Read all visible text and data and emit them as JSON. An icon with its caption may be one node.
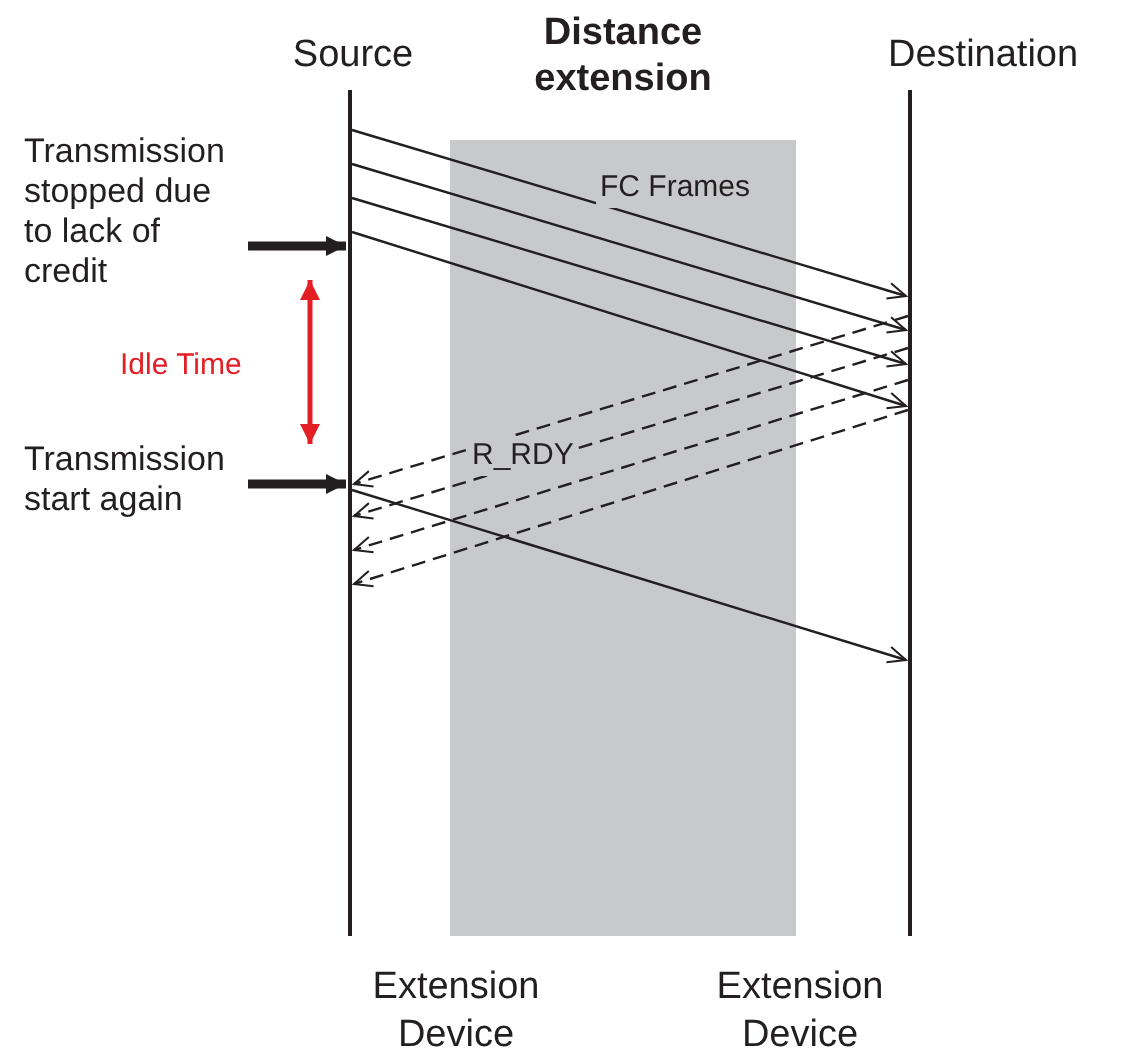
{
  "diagram": {
    "nodes": [
      {
        "text": [
          "Source"
        ]
      },
      {
        "text": [
          "Destination"
        ]
      },
      {
        "text": [
          "Transmission stopped due to lack of credit"
        ]
      },
      {
        "text": [
          "Transmission start again"
        ]
      }
    ],
    "edges": [
      {
        "from": 0,
        "to": 1,
        "arrow": "to"
      },
      {
        "from": 0,
        "to": 1,
        "arrow": "to"
      },
      {
        "from": 0,
        "to": 1,
        "arrow": "to"
      },
      {
        "from": 0,
        "to": 1,
        "arrow": "to"
      },
      {
        "from": 1,
        "to": 0,
        "arrow": "to",
        "style": "dashed"
      },
      {
        "from": 1,
        "to": 0,
        "arrow": "to",
        "style": "dashed"
      },
      {
        "from": 1,
        "to": 0,
        "arrow": "to",
        "style": "dashed"
      },
      {
        "from": 1,
        "to": 0,
        "arrow": "to",
        "style": "dashed"
      },
      {
        "from": 0,
        "to": 1,
        "arrow": "to"
      },
      {
        "from": 2,
        "to": 0,
        "arrow": "to",
        "style": "thick"
      },
      {
        "from": 3,
        "to": 0,
        "arrow": "to",
        "style": "thick"
      }
    ],
    "labels": [
      "Distance extension",
      "FC Frames",
      "R_RDY",
      "Idle Time",
      "Extension Device",
      "Extension Device"
    ]
  }
}
